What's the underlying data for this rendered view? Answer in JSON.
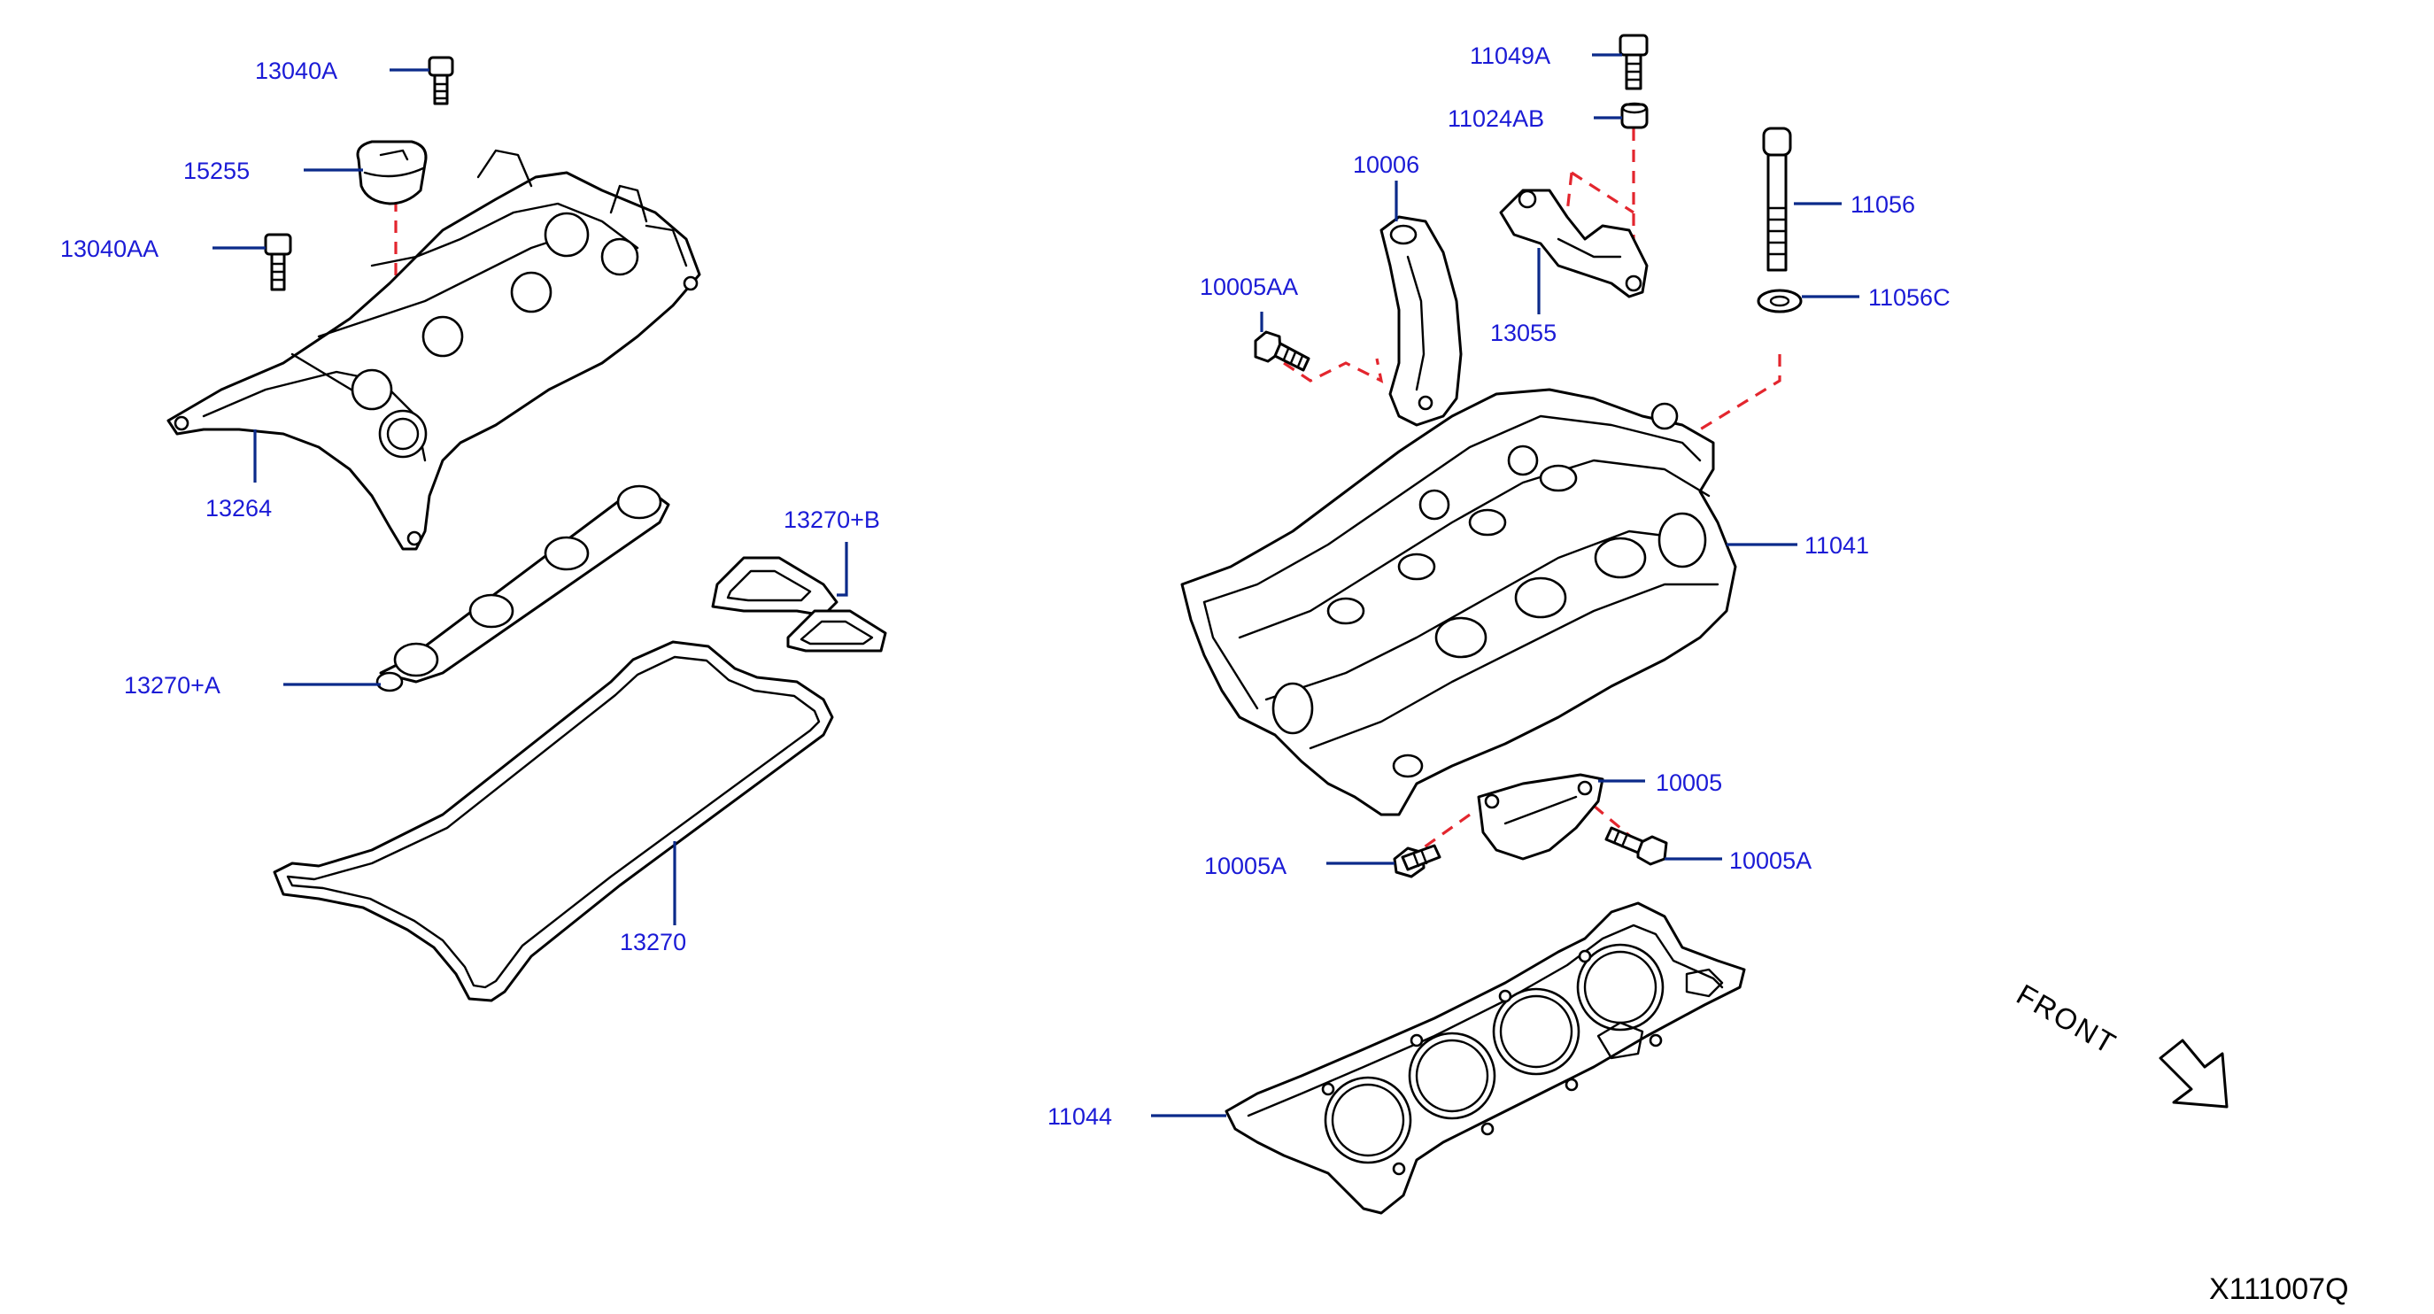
{
  "diagram": {
    "reference_code": "X111007Q",
    "direction_label": "FRONT",
    "colors": {
      "label": "#1b1bd6",
      "leader": "#0b2a8a",
      "phantom_line": "#e3262e",
      "drawing": "#000000"
    },
    "callouts": {
      "p13040A": "13040A",
      "p15255": "15255",
      "p13040AA": "13040AA",
      "p13264": "13264",
      "p13270B": "13270+B",
      "p13270A": "13270+A",
      "p13270": "13270",
      "p11049A": "11049A",
      "p11024AB": "11024AB",
      "p10006": "10006",
      "p11056": "11056",
      "p10005AA": "10005AA",
      "p13055": "13055",
      "p11056C": "11056C",
      "p11041": "11041",
      "p10005": "10005",
      "p10005A_left": "10005A",
      "p10005A_right": "10005A",
      "p11044": "11044"
    }
  }
}
